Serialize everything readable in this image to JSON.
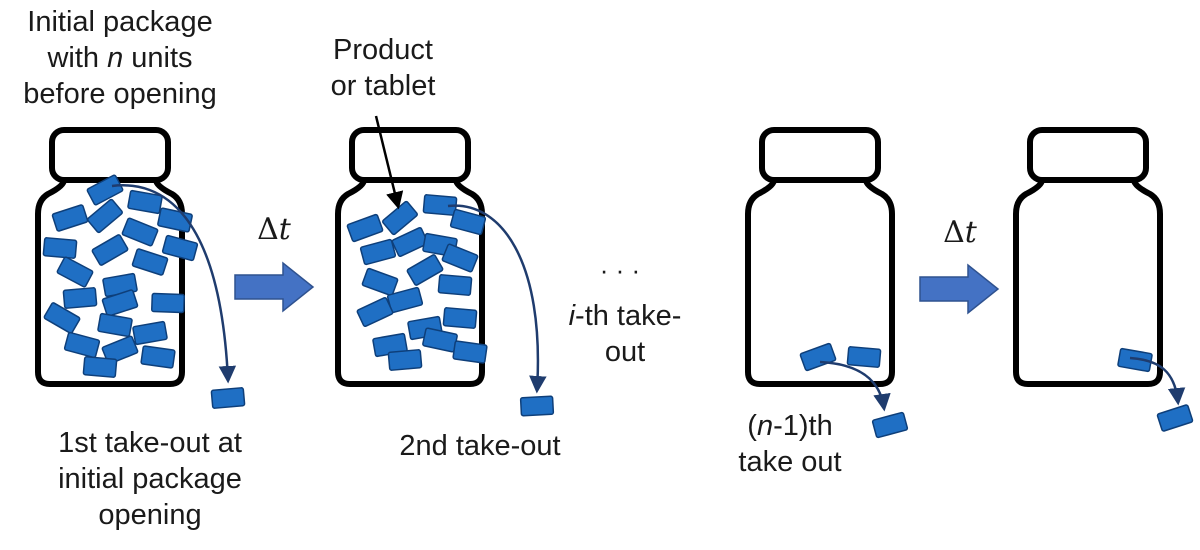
{
  "labels": {
    "initial_1": "Initial package",
    "initial_2_pre": "with ",
    "initial_2_var": "n",
    "initial_2_post": " units",
    "initial_3": "before opening",
    "product_1": "Product",
    "product_2": "or tablet",
    "delta_sym": "Δ",
    "delta_var": "t",
    "ellipsis": "· · ·",
    "ith_var": "i",
    "ith_1": "-th take-",
    "ith_2": "out",
    "first_1": "1st take-out at",
    "first_2": "initial package",
    "first_3": "opening",
    "second": "2nd take-out",
    "nm1_open": "(",
    "nm1_var": "n",
    "nm1_post": "-1)th",
    "nm1_2": "take out"
  },
  "colors": {
    "tablet_fill": "#1f6fc4",
    "tablet_stroke": "#0e3f7a",
    "arrow_fill": "#4472c4",
    "curve": "#1f3c6e",
    "outline": "#000000"
  }
}
